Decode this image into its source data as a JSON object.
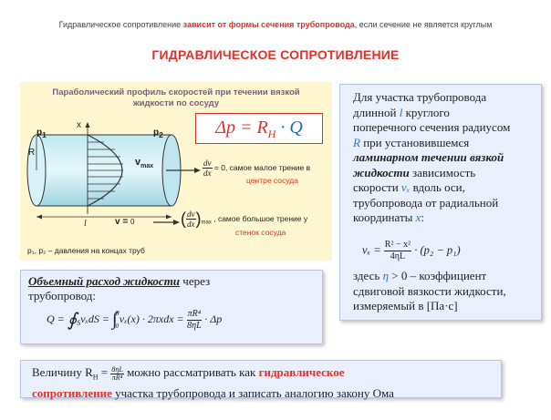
{
  "subtitle": {
    "pre": "Гидравлическое сопротивление ",
    "highlight": "зависит от формы сечения трубопровода",
    "post": ", если сечение не является круглым"
  },
  "title": "ГИДРАВЛИЧЕСКОЕ СОПРОТИВЛЕНИЕ",
  "diagram": {
    "title_line1": "Параболический профиль скоростей при течении вязкой",
    "title_line2": "жидкости  по сосуду",
    "formula_delta": "Δp = ",
    "formula_r": "R",
    "formula_h": "H",
    "formula_q": " · Q",
    "p1": "p",
    "p1_sub": "1",
    "p2": "p",
    "p2_sub": "2",
    "x_label": "x",
    "R_label": "R",
    "l_label": "l",
    "vmax_label": "v",
    "vmax_sub": "max",
    "v0_label": "v = ",
    "v0_val": "0",
    "eq1": "= 0",
    "note1": ", самое малое трение в",
    "note1_red": "центре сосуда",
    "note2": ", самое большое трение у",
    "note2_red": "стенок сосуда",
    "dv": "dv",
    "dx": "dx",
    "max_sub": "max",
    "caption": "p₁, p₂ – давления на концах труб"
  },
  "right": {
    "l1": "Для участка трубопровода",
    "l2a": "длинной ",
    "l2b": "l",
    "l2c": " круглого",
    "l3": "поперечного сечения радиусом",
    "l4a": "R",
    "l4b": " при установившемся",
    "l5": "ламинарном течении вязкой",
    "l6a": "жидкости",
    "l6b": " зависимость",
    "l7a": "скорости ",
    "l7b": "vₓ",
    "l7c": " вдоль оси,",
    "l8": "трубопровода от радиальной",
    "l9a": "координаты ",
    "l9b": "x",
    "l9c": ":",
    "formula_lhs": "vₓ = ",
    "formula_num": "R² − x²",
    "formula_den": "4ηL",
    "formula_rhs": " · (p₂ − p₁)",
    "b1a": "здесь ",
    "b1b": "η",
    "b1c": " > 0  – коэффициент",
    "b2": "сдвиговой вязкости жидкости,",
    "b3": "измеряемый в [Па·с]"
  },
  "flow": {
    "bold": "Объемный расход жидкости",
    "rest": " через",
    "line2": "трубопровод:",
    "q": "Q = ",
    "int1": "vₓdS = ",
    "int1_sub": "S",
    "int2_top": "R",
    "int2_bot": "0",
    "int2": "vₓ(x) · 2πxdx = ",
    "frac_num": "πR⁴",
    "frac_den": "8ηL",
    "tail": " · Δp"
  },
  "ohm": {
    "pre": "Величину R",
    "sub": "H",
    "eq": " = ",
    "frac_num": "8ηL",
    "frac_den": "πR⁴",
    "mid": " можно рассматривать как ",
    "red1": "гидравлическое",
    "red2": "сопротивление",
    "post": " участка трубопровода и записать аналогию закону Ома"
  }
}
